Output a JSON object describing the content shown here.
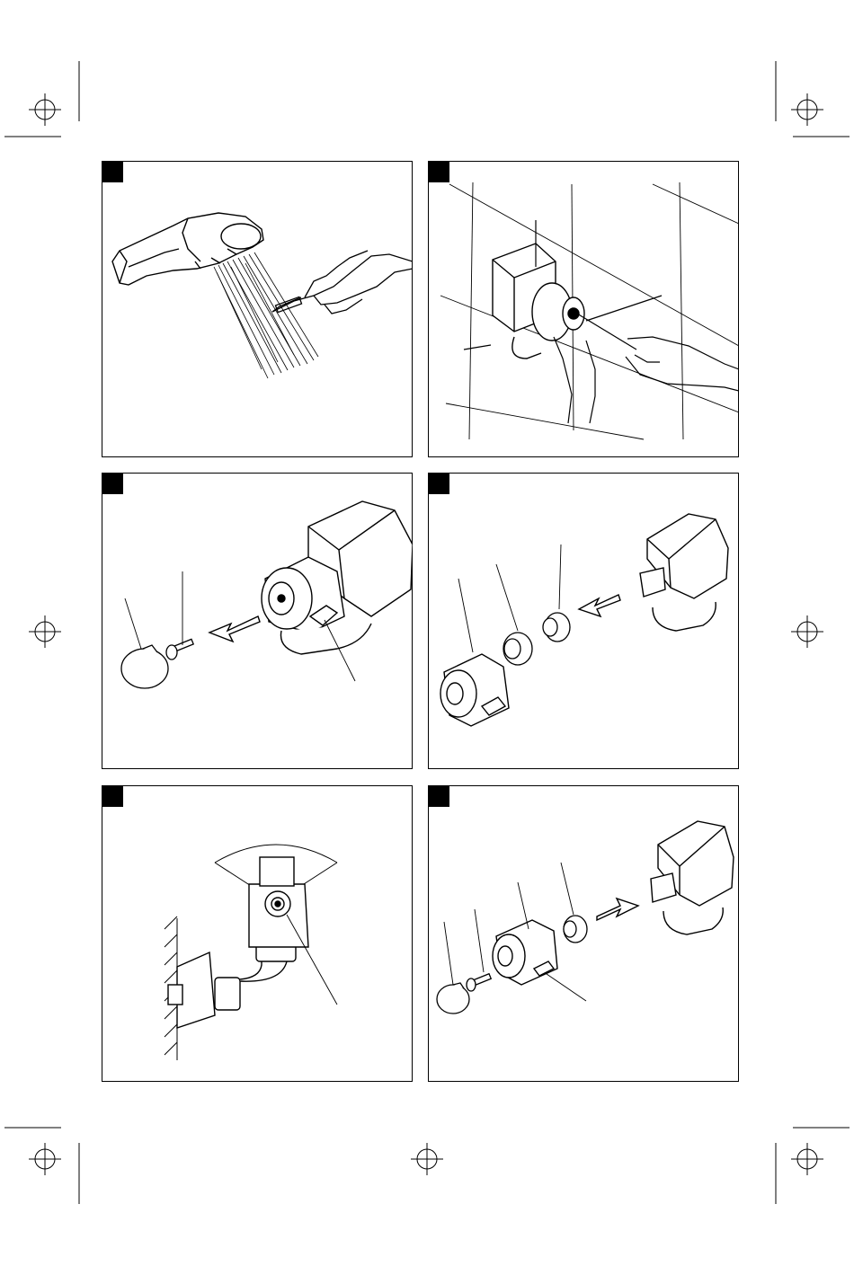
{
  "page": {
    "background": "#ffffff",
    "ink": "#000000"
  },
  "panels": [
    {
      "id": 1,
      "depicts": "hand-shower-nozzle-cleaning"
    },
    {
      "id": 2,
      "depicts": "screwdriver-removal-at-wall"
    },
    {
      "id": 3,
      "depicts": "cap-and-screw-removal"
    },
    {
      "id": 4,
      "depicts": "handle-and-cartridge-disassembly"
    },
    {
      "id": 5,
      "depicts": "valve-rotation-angle"
    },
    {
      "id": 6,
      "depicts": "reassembly"
    }
  ]
}
